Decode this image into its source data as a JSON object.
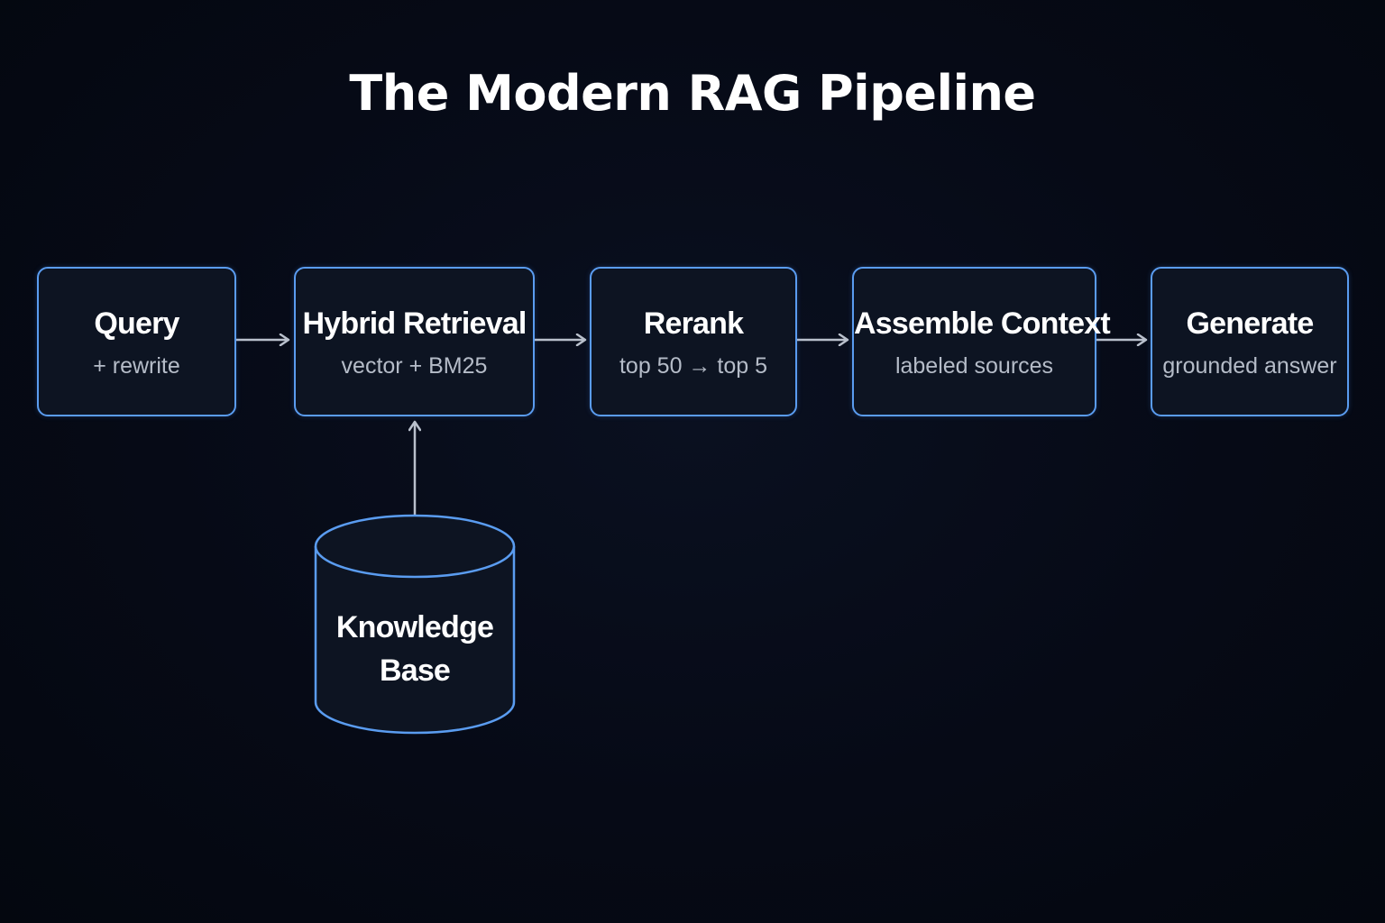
{
  "title": "The Modern RAG Pipeline",
  "nodes": [
    {
      "id": "query",
      "label": "Query",
      "sublabel": "+ rewrite"
    },
    {
      "id": "hybrid-retrieval",
      "label": "Hybrid Retrieval",
      "sublabel": "vector + BM25"
    },
    {
      "id": "rerank",
      "label": "Rerank",
      "sublabel": "top 50 → top 5"
    },
    {
      "id": "assemble-context",
      "label": "Assemble Context",
      "sublabel": "labeled sources"
    },
    {
      "id": "generate",
      "label": "Generate",
      "sublabel": "grounded answer"
    }
  ],
  "knowledge_base": {
    "line1": "Knowledge",
    "line2": "Base"
  },
  "edges": [
    {
      "from": "query",
      "to": "hybrid-retrieval"
    },
    {
      "from": "hybrid-retrieval",
      "to": "rerank"
    },
    {
      "from": "rerank",
      "to": "assemble-context"
    },
    {
      "from": "assemble-context",
      "to": "generate"
    },
    {
      "from": "knowledge-base",
      "to": "hybrid-retrieval"
    }
  ],
  "colors": {
    "background": "#050913",
    "node_border": "#5a9cf0",
    "node_fill": "#0d1422",
    "arrow": "#b9c0cc",
    "label": "#ffffff",
    "sublabel": "#b5bcc8"
  }
}
